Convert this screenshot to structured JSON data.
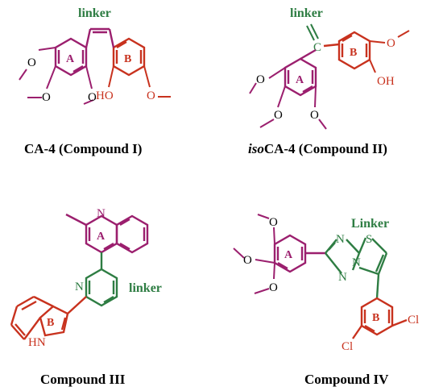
{
  "colors": {
    "ringA": "#9b1f6e",
    "ringB": "#c8321e",
    "linker": "#2e7d43",
    "text": "#000000"
  },
  "compound1": {
    "linker_label": "linker",
    "ring_a_label": "A",
    "ring_b_label": "B",
    "hydroxyl_label": "HO",
    "caption": "CA-4 (Compound I)"
  },
  "compound2": {
    "linker_label": "linker",
    "linker_atom": "C",
    "ring_a_label": "A",
    "ring_b_label": "B",
    "hydroxyl_label": "OH",
    "caption_italic": "iso",
    "caption_rest": "CA-4 (Compound II)"
  },
  "compound3": {
    "linker_label": "linker",
    "ring_a_label": "A",
    "ring_b_label": "B",
    "nitrogen_label": "N",
    "nh_label": "HN",
    "caption": "Compound III"
  },
  "compound4": {
    "linker_label": "Linker",
    "ring_a_label": "A",
    "ring_b_label": "B",
    "nitrogen_label": "N",
    "sulfur_label": "S",
    "chlorine_label": "Cl",
    "caption": "Compound IV"
  }
}
